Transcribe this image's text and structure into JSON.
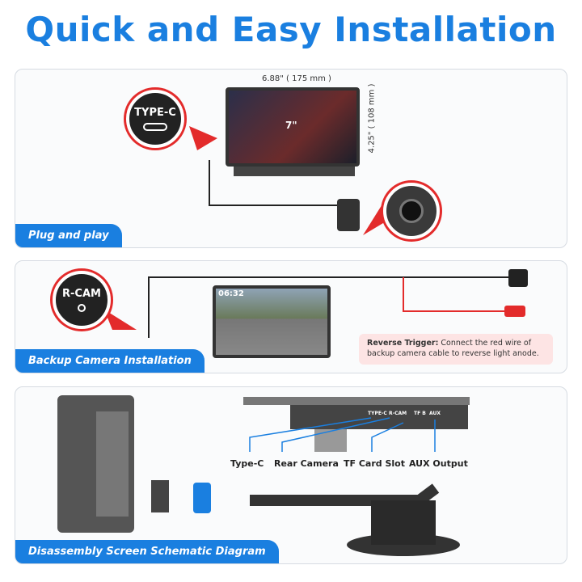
{
  "title": "Quick and Easy Installation",
  "plug": {
    "label": "Plug and play",
    "port": "TYPE-C",
    "width": "6.88\" ( 175 mm )",
    "height": "4.25\" ( 108 mm )",
    "diagonal": "7\""
  },
  "backup": {
    "label": "Backup Camera Installation",
    "port": "R-CAM",
    "time": "06:32",
    "note_title": "Reverse Trigger:",
    "note_text": "Connect the red wire of backup camera cable to reverse light anode."
  },
  "disassembly": {
    "label": "Disassembly Screen Schematic Diagram",
    "ports": [
      "TYPE-C",
      "R-CAM",
      "TF B",
      "AUX"
    ],
    "callouts": [
      "Type-C",
      "Rear Camera",
      "TF Card Slot",
      "AUX Output"
    ]
  },
  "colors": {
    "accent": "#1a7fe0",
    "alert": "#e32b2b"
  }
}
